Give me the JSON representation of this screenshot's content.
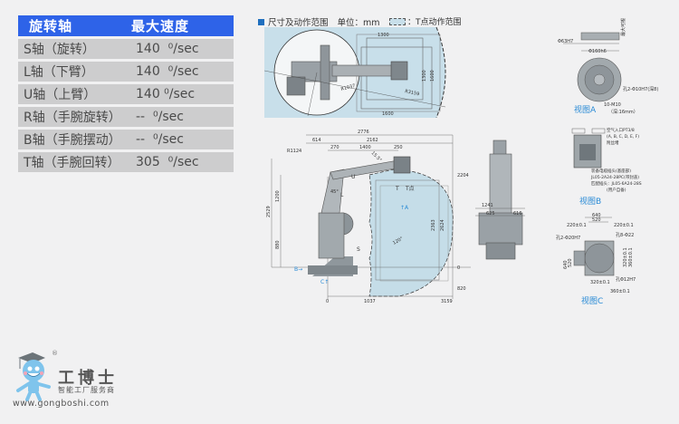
{
  "spec_table": {
    "headers": [
      "旋转轴",
      "最大速度"
    ],
    "rows": [
      {
        "axis": "S轴（旋转）",
        "speed": "140  ⁰/sec"
      },
      {
        "axis": "L轴（下臂）",
        "speed": "140  ⁰/sec"
      },
      {
        "axis": "U轴（上臂）",
        "speed": "140 ⁰/sec"
      },
      {
        "axis": "R轴（手腕旋转）",
        "speed": "--  ⁰/sec"
      },
      {
        "axis": "B轴（手腕摆动）",
        "speed": "--  ⁰/sec"
      },
      {
        "axis": "T轴（手腕回转）",
        "speed": "305  ⁰/sec"
      }
    ],
    "colors": {
      "header_bg": "#2e63e8",
      "row_bg": "#cdcdce"
    }
  },
  "drawing": {
    "title": "尺寸及动作范围",
    "unit_label": "单位：mm",
    "legend_label": "：T点动作范围",
    "top_view": {
      "dims": [
        "1300",
        "1600",
        "1300",
        "1600",
        "R3159",
        "R1037"
      ]
    },
    "side_view": {
      "dims_top": [
        "2776",
        "614",
        "2162",
        "270",
        "1400",
        "250",
        "R1124"
      ],
      "dims_left": [
        "2529",
        "1200",
        "880"
      ],
      "dims_right": [
        "2204",
        "2363",
        "2624",
        "0",
        "820"
      ],
      "dims_bottom": [
        "0",
        "1037",
        "3159"
      ],
      "angles": [
        "15.5°",
        "45°",
        "120°"
      ],
      "axis_labels": [
        "U",
        "L",
        "S",
        "T",
        "T点"
      ],
      "view_markers": [
        "A",
        "B",
        "C"
      ]
    },
    "front_view": {
      "dims": [
        "1241",
        "625",
        "616"
      ]
    },
    "view_a": {
      "label": "视图A",
      "dims": [
        "Φ63H7",
        "Φ160h6",
        "孔2-Φ10H7(深8)",
        "10-M10",
        "（深:16mm）",
        "最大可搬"
      ]
    },
    "view_b": {
      "label": "视图B",
      "notes": [
        "空气入口PT3/8",
        "(A, B, C, D, E, F)",
        "附丝堵",
        "装备电缆插头(基座部)",
        "JL05-2A24-28PC(带封盖)",
        "匹配插头：JL05-6A24-28S",
        "(用户自备)"
      ]
    },
    "view_c": {
      "label": "视图C",
      "dims": [
        "640",
        "520",
        "220±0.1",
        "220±0.1",
        "孔2-Φ20H7",
        "孔8-Φ22",
        "孔Φ12H7",
        "320±0.1",
        "360±0.1",
        "640",
        "520"
      ]
    }
  },
  "logo": {
    "title": "工博士",
    "subtitle": "智能工厂服务商",
    "url": "www.gongboshi.com",
    "reg": "®"
  }
}
